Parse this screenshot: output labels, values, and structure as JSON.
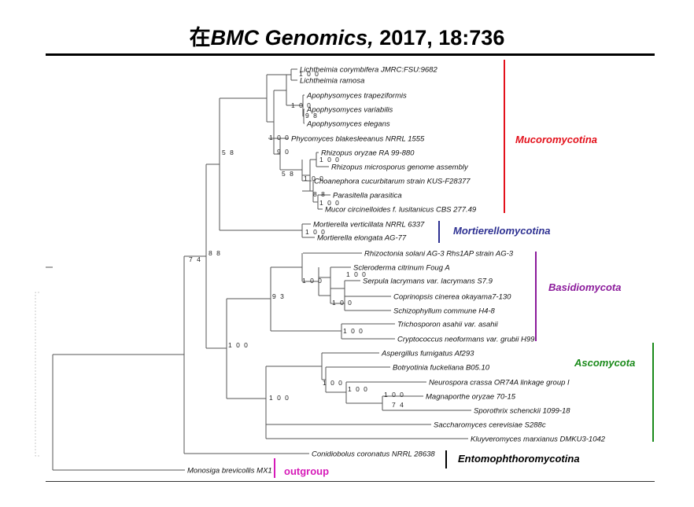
{
  "title": {
    "prefix": "在",
    "journal": "BMC Genomics,",
    "citation": " 2017, 18:736"
  },
  "colors": {
    "mucoromycotina": "#e3111b",
    "mortierellomycotina": "#2e3192",
    "basidiomycota": "#8b1a9b",
    "ascomycota": "#1a8a1a",
    "entomophthoromycotina": "#000000",
    "outgroup": "#d61ab8",
    "branch": "#555555"
  },
  "taxa": [
    "Lichtheimia corymbifera JMRC:FSU:9682",
    "Lichtheimia ramosa",
    "Apophysomyces trapeziformis",
    "Apophysomyces variabilis",
    "Apophysomyces elegans",
    "Phycomyces blakesleeanus NRRL 1555",
    "Rhizopus oryzae RA 99-880",
    "Rhizopus microsporus genome assembly",
    "Choanephora cucurbitarum strain KUS-F28377",
    "Parasitella parasitica",
    "Mucor circinelloides f. lusitanicus CBS 277.49",
    "Mortierella verticillata NRRL 6337",
    "Mortierella elongata AG-77",
    "Rhizoctonia solani AG-3 Rhs1AP strain AG-3",
    "Scleroderma citrinum Foug A",
    "Serpula lacrymans var. lacrymans S7.9",
    "Coprinopsis cinerea okayama7-130",
    "Schizophyllum commune H4-8",
    "Trichosporon asahii var. asahii",
    "Cryptococcus neoformans var. grubii H99",
    "Aspergillus fumigatus Af293",
    "Botryotinia fuckeliana B05.10",
    "Neurospora crassa OR74A linkage group I",
    "Magnaporthe oryzae 70-15",
    "Sporothrix schenckii 1099-18",
    "Saccharomyces cerevisiae S288c",
    "Kluyveromyces marxianus DMKU3-1042",
    "Conidiobolus coronatus NRRL 28638",
    "Monosiga brevicollis MX1"
  ],
  "bootstrap": [
    "100",
    "100",
    "98",
    "100",
    "90",
    "100",
    "58",
    "100",
    "88",
    "100",
    "58",
    "100",
    "88",
    "74",
    "100",
    "100",
    "100",
    "93",
    "100",
    "100",
    "100",
    "100",
    "100",
    "74",
    "100"
  ],
  "groups": [
    {
      "label": "Mucoromycotina",
      "color": "#e3111b",
      "style": "italic"
    },
    {
      "label": "Mortierellomycotina",
      "color": "#2e3192",
      "style": "italic"
    },
    {
      "label": "Basidiomycota",
      "color": "#8b1a9b",
      "style": "italic"
    },
    {
      "label": "Ascomycota",
      "color": "#1a8a1a",
      "style": "italic"
    },
    {
      "label": "Entomophthoromycotina",
      "color": "#000000",
      "style": "italic"
    },
    {
      "label": "outgroup",
      "color": "#d61ab8",
      "style": "plain"
    }
  ]
}
